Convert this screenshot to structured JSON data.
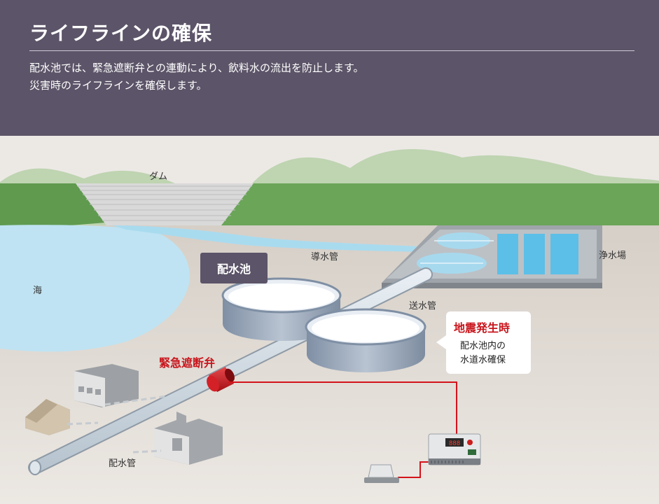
{
  "header": {
    "title": "ライフラインの確保",
    "desc_line1": "配水池では、緊急遮断弁との連動により、飲料水の流出を防止します。",
    "desc_line2": "災害時のライフラインを確保します。"
  },
  "labels": {
    "dam": "ダム",
    "sea": "海",
    "intake_pipe": "導水管",
    "purification_plant": "浄水場",
    "reservoir": "配水池",
    "transmission_pipe": "送水管",
    "emergency_valve": "緊急遮断弁",
    "distribution_pipe": "配水管"
  },
  "callout": {
    "title": "地震発生時",
    "line1": "配水池内の",
    "line2": "水道水確保"
  },
  "controller_display": "888",
  "colors": {
    "header_bg": "#5c5468",
    "accent_red": "#c8161d",
    "water": "#bfe3f2",
    "mountain_green": "#5f9a4f"
  }
}
